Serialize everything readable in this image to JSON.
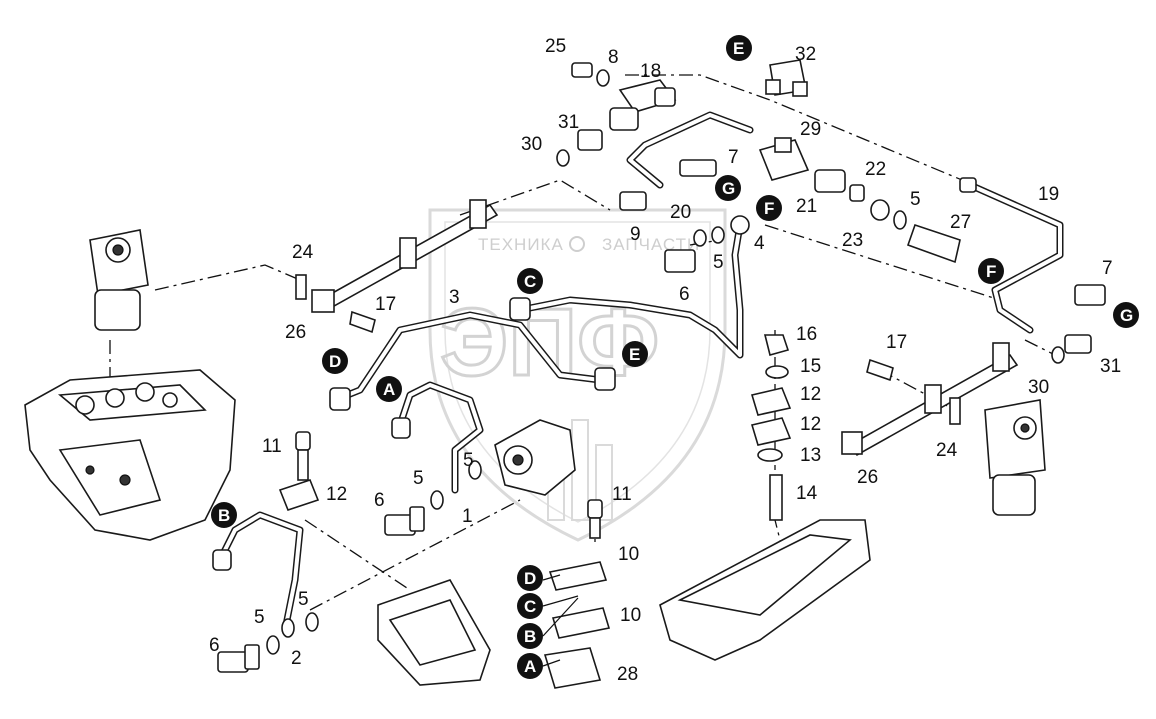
{
  "watermark": {
    "left_text": "ТЕХНИКА",
    "right_text": "ЗАПЧАСТИ",
    "logo_text": "ЭПФ"
  },
  "callouts": {
    "c1": "25",
    "c2": "8",
    "c3": "18",
    "c4": "32",
    "c5": "31",
    "c6": "30",
    "c7": "29",
    "c8": "7",
    "c9": "22",
    "c10": "5",
    "c11": "19",
    "c12": "9",
    "c13": "20",
    "c14": "21",
    "c15": "23",
    "c16": "27",
    "c17": "4",
    "c18": "5",
    "c19": "24",
    "c20": "17",
    "c21": "26",
    "c22": "3",
    "c23": "6",
    "c24": "16",
    "c25": "15",
    "c26": "12",
    "c27": "12",
    "c28": "13",
    "c29": "14",
    "c30": "7",
    "c31": "17",
    "c32": "30",
    "c33": "31",
    "c34": "24",
    "c35": "26",
    "c36": "11",
    "c37": "12",
    "c38": "5",
    "c39": "5",
    "c40": "6",
    "c41": "1",
    "c42": "11",
    "c43": "10",
    "c44": "10",
    "c45": "28",
    "c46": "5",
    "c47": "5",
    "c48": "6",
    "c49": "2"
  },
  "markers": {
    "m1": "E",
    "m2": "G",
    "m3": "F",
    "m4": "C",
    "m5": "E",
    "m6": "F",
    "m7": "D",
    "m8": "A",
    "m9": "G",
    "m10": "B",
    "m11": "D",
    "m12": "C",
    "m13": "B",
    "m14": "A"
  }
}
